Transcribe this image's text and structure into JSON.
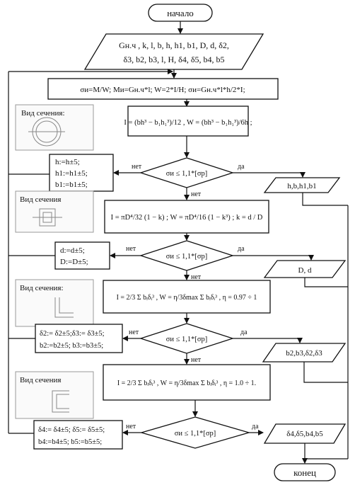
{
  "title": "",
  "terminals": {
    "start": "начало",
    "end": "конец"
  },
  "inputs": {
    "main_line1": "Gн.ч , k, l, b, h, h1, b1, D, d, δ2,",
    "main_line2": "δ3, b2, b3, l, H, δ4, δ5, b4, b5"
  },
  "formulas": {
    "stress": "σи=M/W; Mи=Gн.ч*l; W=2*I/H; σи=Gн.ч*l*h/2*I;",
    "rect": "I = (bh³ − b₁h₁³)/12 ,  W = (bh³ − b₁h₁³)/6h ;",
    "ring": "I = πD⁴/32 (1 − k) ;  W = πD⁴/16 (1 − k³) ;  k = d / D",
    "angle": "I = 2/3 Σ bᵢδᵢ³ , W = η/3δmax Σ bᵢδᵢ³ , η = 0.97 ÷ 1",
    "channel": "I = 2/3 Σ bᵢδᵢ³ , W = η/3δmax Σ bᵢδᵢ³ , η = 1.0 ÷ 1."
  },
  "conditions": {
    "c1": "σи ≤ 1,1*[σр]",
    "c2": "σи ≤ 1,1*[σр]",
    "c3": "σи ≤ 1,1*[σр]",
    "c4": "σи ≤ 1,1*[σр]"
  },
  "labels": {
    "yes": "да",
    "no": "нет"
  },
  "updates": {
    "u1a": "h:=h±5;",
    "u1b": "h1:=h1±5;",
    "u1c": "b1:=b1±5;",
    "u2a": "d:=d±5;",
    "u2b": "D:=D±5;",
    "u3a": "δ2:= δ2±5;δ3:= δ3±5;",
    "u3b": "b2:=b2±5; b3:=b3±5;",
    "u4a": "δ4:= δ4±5; δ5:= δ5±5;",
    "u4b": "b4:=b4±5; b5:=b5±5;"
  },
  "outputs": {
    "o1": "h,b,h1,b1",
    "o2": "D, d",
    "o3": "b2,b3,δ2,δ3",
    "o4": "δ4,δ5,b4,b5"
  },
  "section_label": "Вид сечения:",
  "section_label_alt": "Вид сечения"
}
